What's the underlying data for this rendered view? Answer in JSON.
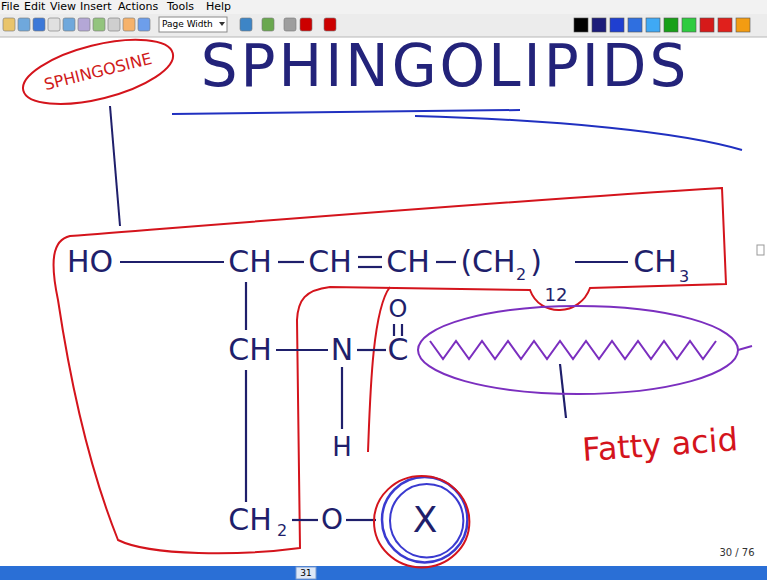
{
  "diagram": {
    "title": "SPHINGOLIPIDS",
    "nodes": [
      {
        "text": [
          "SPHINGOSINE"
        ]
      },
      {
        "text": [
          "X"
        ]
      }
    ],
    "labels": [
      "File",
      "Edit",
      "View",
      "Insert",
      "Actions",
      "Tools",
      "Help",
      "Page Width",
      "HO",
      "CH",
      "CH",
      "CH",
      "(CH",
      "2",
      ")",
      "12",
      "CH",
      "3",
      "O",
      "CH",
      "N",
      "C",
      "H",
      "CH",
      "2",
      "O",
      "Fatty acid",
      "30 / 76",
      "31"
    ]
  }
}
